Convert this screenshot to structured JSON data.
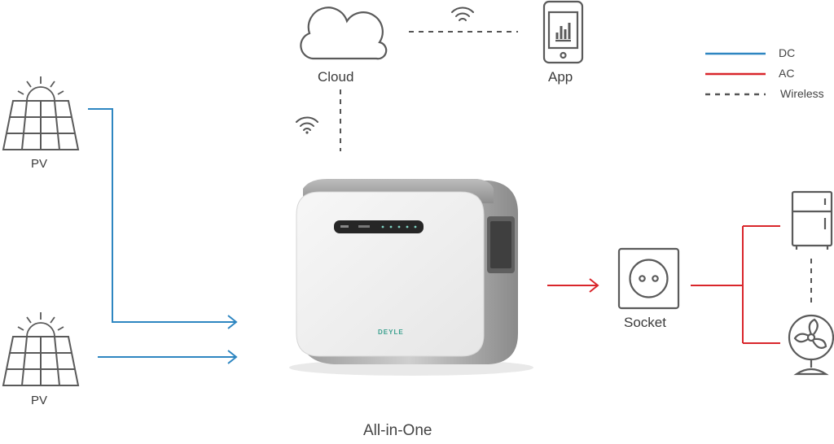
{
  "nodes": {
    "pv_top": "PV",
    "pv_bottom": "PV",
    "cloud": "Cloud",
    "app": "App",
    "socket": "Socket",
    "all_in_one": "All-in-One"
  },
  "device": {
    "brand": "DEYLE"
  },
  "legend": [
    {
      "label": "DC",
      "color": "#2e86c1",
      "style": "solid"
    },
    {
      "label": "AC",
      "color": "#d9262b",
      "style": "solid"
    },
    {
      "label": "Wireless",
      "color": "#555555",
      "style": "dashed"
    }
  ],
  "colors": {
    "dc": "#2e86c1",
    "ac": "#d9262b",
    "wireless": "#555555",
    "icon": "#5a5a5a"
  },
  "icons": [
    "solar-panel-icon",
    "sun-icon",
    "cloud-icon",
    "wifi-icon",
    "tablet-chart-icon",
    "socket-icon",
    "fridge-icon",
    "fan-icon",
    "battery-unit-icon"
  ]
}
